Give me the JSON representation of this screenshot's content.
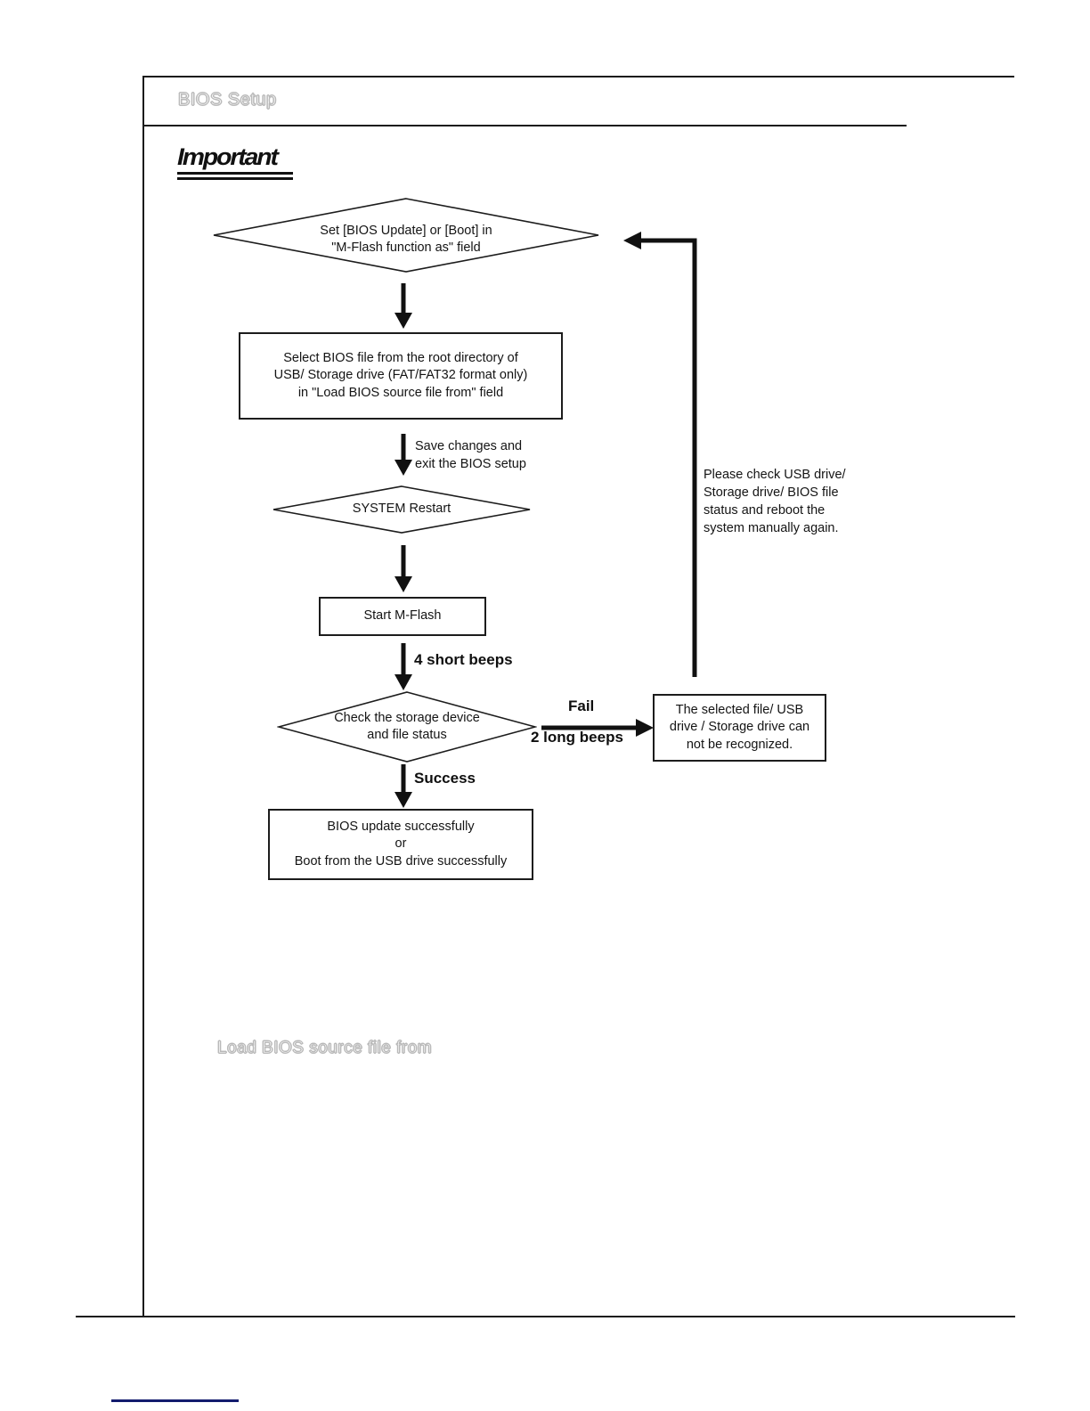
{
  "page": {
    "header_title": "BIOS Setup",
    "important_label": "Important",
    "ghost_field_label": "Load BIOS source file from",
    "accent_color": "#131c6e",
    "line_color": "#1a1a1a"
  },
  "chart_data": {
    "type": "diagram",
    "title": "M-Flash BIOS update / boot flowchart",
    "nodes": [
      {
        "id": "set-mflash",
        "shape": "diamond",
        "text": "Set [BIOS Update] or [Boot] in\n\"M-Flash function as\" field"
      },
      {
        "id": "select-bios-file",
        "shape": "rect",
        "text": "Select BIOS file from the root directory of\nUSB/ Storage drive (FAT/FAT32 format only)\nin \"Load BIOS source file from\" field"
      },
      {
        "id": "system-restart",
        "shape": "diamond",
        "text": "SYSTEM Restart"
      },
      {
        "id": "start-mflash",
        "shape": "rect",
        "text": "Start M-Flash"
      },
      {
        "id": "check-storage",
        "shape": "diamond",
        "text": "Check the storage device\nand file status"
      },
      {
        "id": "success-result",
        "shape": "rect",
        "text": "BIOS update successfully\nor\nBoot from the USB drive successfully"
      },
      {
        "id": "fail-result",
        "shape": "rect",
        "text": "The selected file/ USB\ndrive / Storage drive can\nnot be recognized."
      }
    ],
    "edges": [
      {
        "from": "set-mflash",
        "to": "select-bios-file",
        "label": ""
      },
      {
        "from": "select-bios-file",
        "to": "system-restart",
        "label": "Save changes and\nexit the BIOS setup"
      },
      {
        "from": "system-restart",
        "to": "start-mflash",
        "label": ""
      },
      {
        "from": "start-mflash",
        "to": "check-storage",
        "label": "4 short beeps"
      },
      {
        "from": "check-storage",
        "to": "fail-result",
        "label": "Fail",
        "label_secondary": "2 long beeps"
      },
      {
        "from": "check-storage",
        "to": "success-result",
        "label": "Success"
      },
      {
        "from": "fail-result",
        "to": "set-mflash",
        "label": "Please check USB drive/ Storage drive/ BIOS file status and reboot the system manually again."
      }
    ],
    "annotations": {
      "save_exit_label": "Save changes and\nexit the BIOS setup",
      "four_short_beeps": "4 short beeps",
      "fail_label": "Fail",
      "two_long_beeps": "2 long beeps",
      "success_label": "Success",
      "retry_note": "Please check USB drive/\nStorage drive/ BIOS file\nstatus and reboot the\nsystem manually again."
    }
  }
}
